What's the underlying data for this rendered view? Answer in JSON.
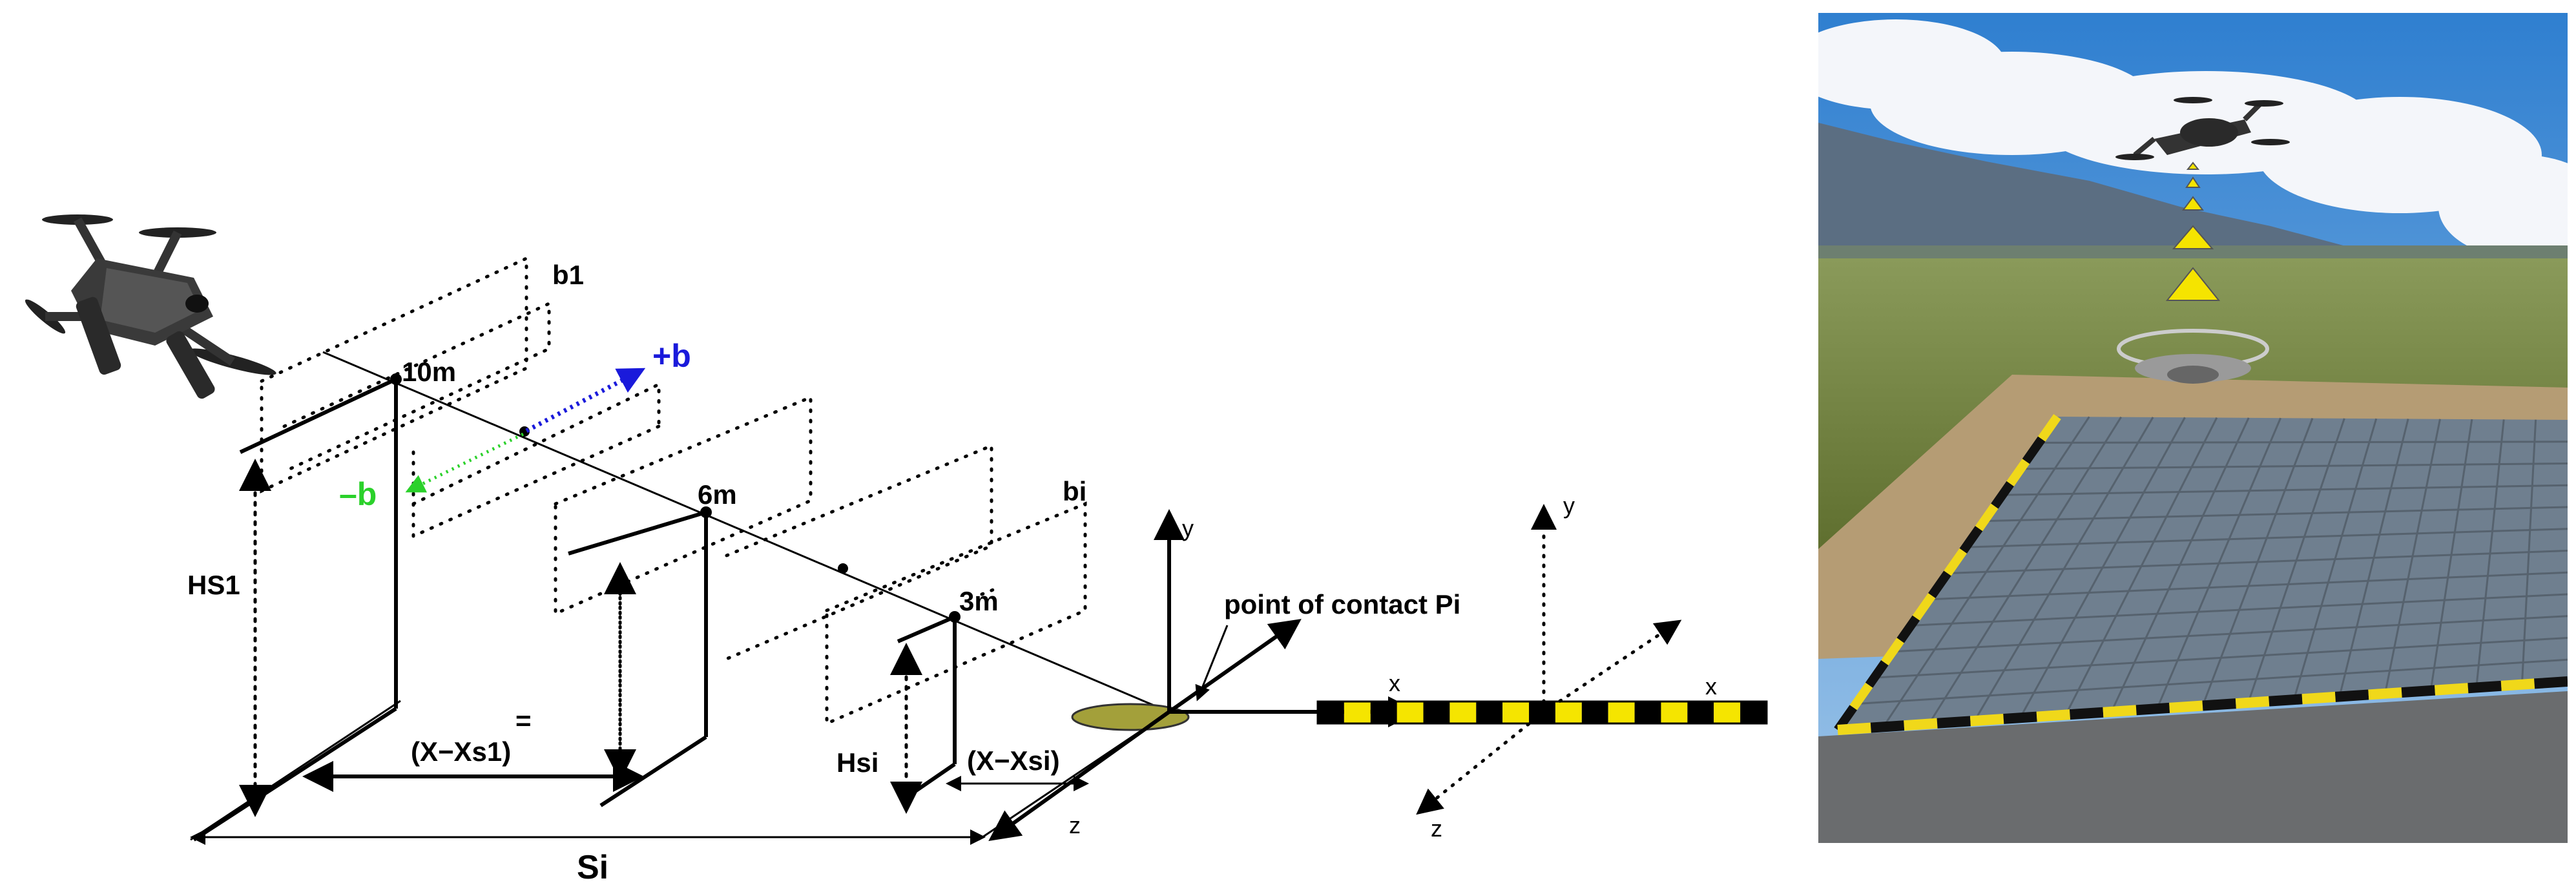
{
  "diagram": {
    "labels": {
      "b1": "b1",
      "bi": "bi",
      "h10": "10m",
      "h6": "6m",
      "h3": "3m",
      "plus_b": "+b",
      "minus_b": "–b",
      "hs1": "HS1",
      "hsi": "Hsi",
      "equals": "=",
      "x_minus_xs1": "(X−Xs1)",
      "x_minus_xsi": "(X−Xsi)",
      "si": "Si",
      "contact": "point of contact Pi",
      "axis_y1": "y",
      "axis_x1": "x",
      "axis_z1": "z",
      "axis_y2": "y",
      "axis_x2": "x",
      "axis_z2": "z"
    },
    "colors": {
      "plus_b": "#1a1adb",
      "minus_b": "#2bd12b",
      "contact_pad": "#a3a03a",
      "stripe_yellow": "#f5e500",
      "stripe_black": "#000000"
    },
    "icons": {
      "drone": "quadcopter-drone-icon"
    }
  },
  "photo": {
    "description_icons": {
      "drone": "quadcopter-drone-icon",
      "guidance": "yellow-triangle-beacon-icon",
      "landing_pad": "landing-pad-icon"
    },
    "colors": {
      "sky": "#2f7fd0",
      "pad": "#6f7f8f",
      "grass": "#6d7a3a",
      "stripe_yellow": "#f0d81a"
    }
  }
}
